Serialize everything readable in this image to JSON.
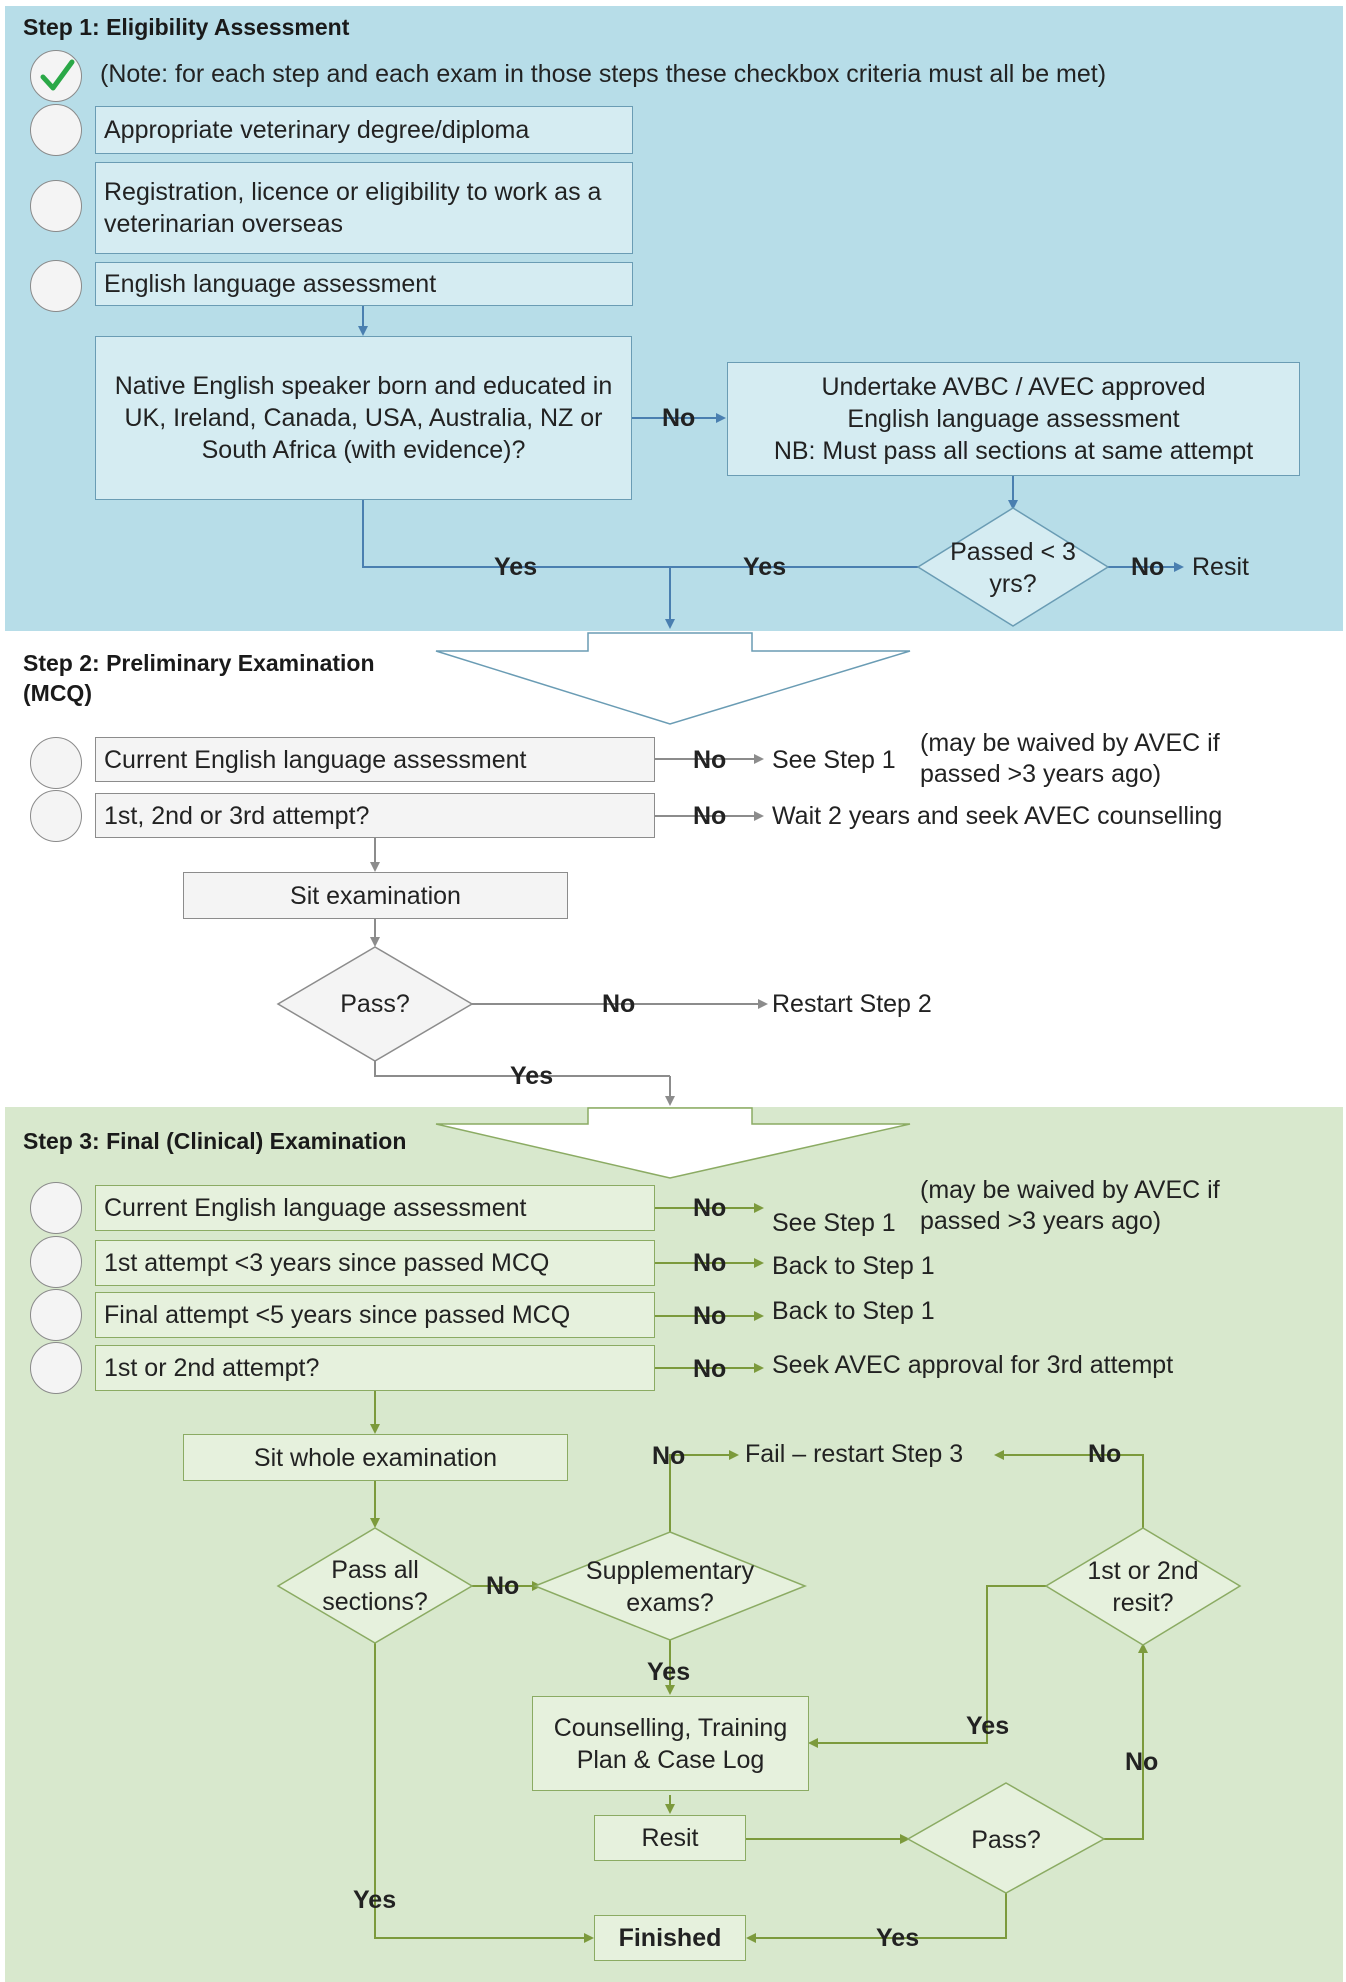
{
  "step1": {
    "title": "Step 1: Eligibility Assessment",
    "note": "(Note: for each step and each exam in those steps these checkbox criteria must all be met)",
    "checklist": [
      "Appropriate veterinary degree/diploma",
      "Registration, licence or eligibility to work as a veterinarian overseas",
      "English language assessment"
    ],
    "native_question": "Native English speaker born and educated in UK, Ireland, Canada, USA, Australia, NZ or South Africa (with evidence)?",
    "undertake_box": [
      "Undertake AVBC / AVEC approved",
      "English language assessment",
      "NB: Must pass all sections at same attempt"
    ],
    "passed_decision": "Passed < 3 yrs?",
    "no": "No",
    "yes": "Yes",
    "resit": "Resit"
  },
  "step2": {
    "title": "Step 2: Preliminary Examination (MCQ)",
    "checklist": [
      "Current English language assessment",
      "1st, 2nd or 3rd attempt?"
    ],
    "see_step1": "See Step 1",
    "waived_note": "(may be waived by AVEC if passed >3 years ago)",
    "wait_note": "Wait 2 years and seek AVEC counselling",
    "sit": "Sit examination",
    "pass_decision": "Pass?",
    "restart": "Restart Step 2",
    "no": "No",
    "yes": "Yes"
  },
  "step3": {
    "title": "Step 3: Final (Clinical) Examination",
    "checklist": [
      "Current English language assessment",
      "1st attempt <3 years since passed MCQ",
      "Final attempt <5 years since passed MCQ",
      "1st or 2nd attempt?"
    ],
    "see_step1": "See Step 1",
    "waived_note": "(may be waived by AVEC if passed >3 years ago)",
    "back_step1": "Back to Step 1",
    "seek_approval": "Seek AVEC approval for 3rd attempt",
    "sit_whole": "Sit whole examination",
    "pass_all": "Pass all sections?",
    "supplementary": "Supplementary exams?",
    "fail_restart": "Fail – restart Step 3",
    "counselling": "Counselling, Training Plan & Case Log",
    "resit": "Resit",
    "pass_decision": "Pass?",
    "first_second_resit": "1st or 2nd resit?",
    "finished": "Finished",
    "no": "No",
    "yes": "Yes"
  },
  "colors": {
    "step1_bg": "#b7dde8",
    "step3_bg": "#d8e8cd",
    "blue_line": "#4a7fb0",
    "grey_line": "#8c8c8c",
    "green_line": "#7c9a3c",
    "check": "#2aa847"
  }
}
